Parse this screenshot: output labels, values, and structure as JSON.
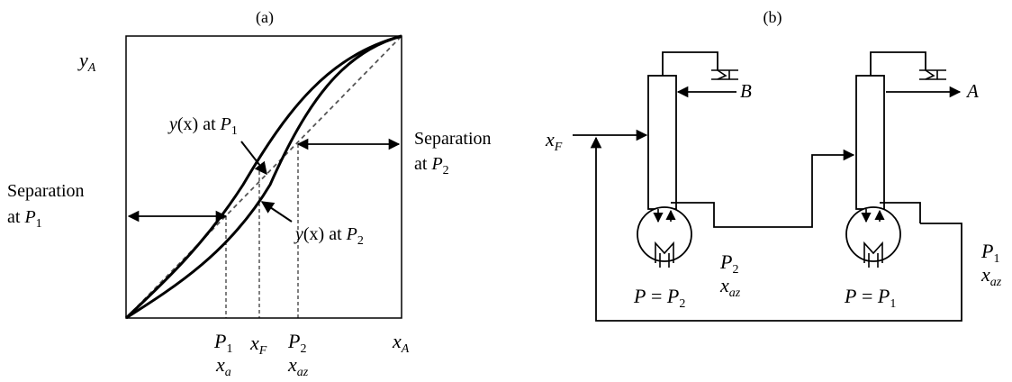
{
  "panel_a": {
    "label": "(a)",
    "y_axis_label": "y",
    "y_axis_sub": "A",
    "x_axis_label": "x",
    "x_axis_sub": "A",
    "curve_p1_label": {
      "prefix": "y",
      "mid": "(x) at ",
      "var": "P",
      "sub": "1"
    },
    "curve_p2_label": {
      "prefix": "y",
      "mid": "(x) at ",
      "var": "P",
      "sub": "2"
    },
    "separation_p2": {
      "line1": "Separation",
      "line2": "at ",
      "var": "P",
      "sub": "2"
    },
    "separation_p1": {
      "line1": "Separation",
      "line2": "at ",
      "var": "P",
      "sub": "1"
    },
    "tick_p1": {
      "var": "P",
      "sub": "1",
      "x": "x",
      "xsub": "a"
    },
    "tick_xf": {
      "x": "x",
      "xsub": "F"
    },
    "tick_p2": {
      "var": "P",
      "sub": "2",
      "x": "x",
      "xsub": "az"
    }
  },
  "panel_b": {
    "label": "(b)",
    "feed": {
      "x": "x",
      "sub": "F"
    },
    "product_b": "B",
    "product_a": "A",
    "col1_pressure": {
      "lhs": "P",
      "eq": " = ",
      "rhs": "P",
      "sub": "2"
    },
    "col2_pressure": {
      "lhs": "P",
      "eq": " = ",
      "rhs": "P",
      "sub": "1"
    },
    "stream_mid": {
      "var": "P",
      "sub": "2",
      "x": "x",
      "xsub": "az"
    },
    "stream_right": {
      "var": "P",
      "sub": "1",
      "x": "x",
      "xsub": "az"
    }
  },
  "colors": {
    "line": "#000000",
    "diagonal": "#555555",
    "background": "#ffffff"
  }
}
